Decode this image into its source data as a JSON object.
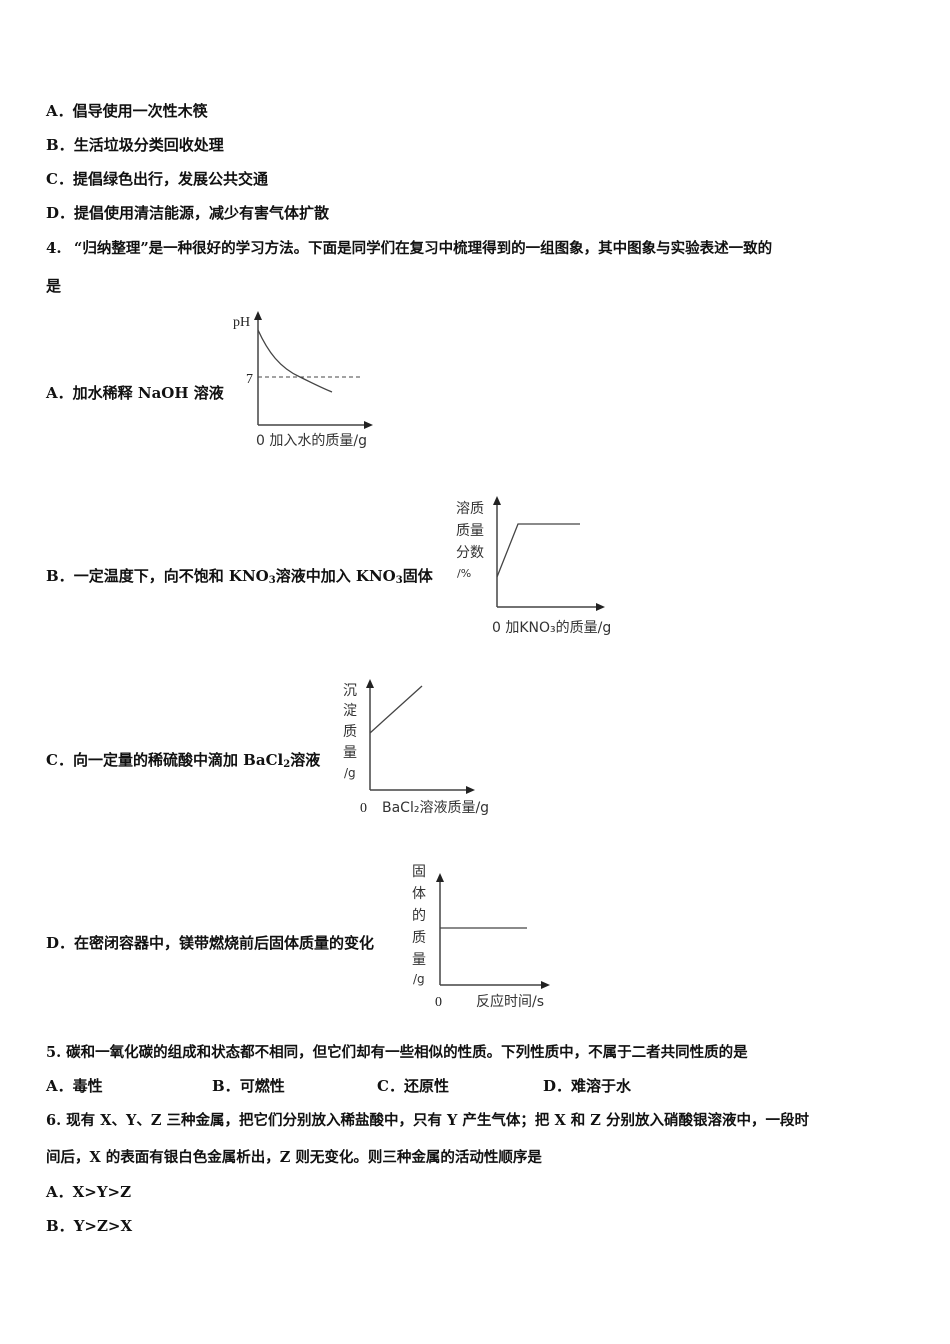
{
  "q3_options": [
    {
      "label": "A．",
      "text": "倡导使用一次性木筷"
    },
    {
      "label": "B．",
      "text": "生活垃圾分类回收处理"
    },
    {
      "label": "C．",
      "text": "提倡绿色出行，发展公共交通"
    },
    {
      "label": "D．",
      "text": "提倡使用清洁能源，减少有害气体扩散"
    }
  ],
  "q4": {
    "number": "4.",
    "stem_line1": "“归纳整理”是一种很好的学习方法。下面是同学们在复习中梳理得到的一组图象，其中图象与实验表述一致的",
    "stem_line2": "是",
    "options": [
      {
        "label": "A．",
        "text": "加水稀释 NaOH 溶液"
      },
      {
        "label": "B．",
        "text_parts": [
          "一定温度下，向不饱和 KNO",
          "3",
          "溶液中加入 KNO",
          "3",
          "固体"
        ]
      },
      {
        "label": "C．",
        "text_parts": [
          "向一定量的稀硫酸中滴加 BaCl",
          "2",
          "溶液"
        ]
      },
      {
        "label": "D．",
        "text": "在密闭容器中，镁带燃烧前后固体质量的变化"
      }
    ]
  },
  "chart_data": [
    {
      "type": "line",
      "title": "A. 加水稀释 NaOH 溶液",
      "xlabel": "0 加入水的质量/g",
      "ylabel": "pH",
      "annotations": [
        "7 (dashed reference line)"
      ],
      "series": [
        {
          "name": "pH",
          "x": [
            0,
            1,
            2,
            3,
            4,
            5,
            6
          ],
          "values": [
            11.5,
            9.6,
            8.4,
            7.6,
            7.0,
            6.5,
            6.1
          ]
        }
      ],
      "reference_line": {
        "y": 7,
        "style": "dashed"
      },
      "grid": false
    },
    {
      "type": "line",
      "title": "B. 一定温度下，向不饱和 KNO3 溶液中加入 KNO3 固体",
      "xlabel": "0 加KNO3的质量/g",
      "ylabel": "溶质质量分数/%",
      "series": [
        {
          "name": "溶质质量分数",
          "x": [
            0,
            2,
            8
          ],
          "values": [
            3,
            8,
            8
          ]
        }
      ],
      "grid": false
    },
    {
      "type": "line",
      "title": "C. 向一定量的稀硫酸中滴加 BaCl2 溶液",
      "xlabel": "0 BaCl2溶液质量/g",
      "ylabel": "沉淀质量/g",
      "series": [
        {
          "name": "沉淀质量",
          "x": [
            0,
            5
          ],
          "values": [
            5,
            10
          ]
        }
      ],
      "grid": false
    },
    {
      "type": "line",
      "title": "D. 在密闭容器中，镁带燃烧前后固体质量的变化",
      "xlabel": "0 反应时间/s",
      "ylabel": "固体的质量/g",
      "series": [
        {
          "name": "固体的质量",
          "x": [
            0,
            8
          ],
          "values": [
            5,
            5
          ]
        }
      ],
      "grid": false
    }
  ],
  "charts": {
    "a": {
      "y_label": "pH",
      "ref_label": "7",
      "x_label": "0 加入水的质量/g"
    },
    "b": {
      "y_label_lines": [
        "溶质",
        "质量",
        "分数",
        "/%"
      ],
      "x_label": "0 加KNO₃的质量/g"
    },
    "c": {
      "y_label_lines": [
        "沉",
        "淀",
        "质",
        "量",
        "/g"
      ],
      "x_origin": "0",
      "x_label": "BaCl₂溶液质量/g"
    },
    "d": {
      "y_label_lines": [
        "固",
        "体",
        "的",
        "质",
        "量",
        "/g"
      ],
      "x_origin": "0",
      "x_label": "反应时间/s"
    }
  },
  "q5": {
    "stem": "5. 碳和一氧化碳的组成和状态都不相同，但它们却有一些相似的性质。下列性质中，不属于二者共同性质的是",
    "options": [
      {
        "label": "A．",
        "text": "毒性"
      },
      {
        "label": "B．",
        "text": "可燃性"
      },
      {
        "label": "C．",
        "text": "还原性"
      },
      {
        "label": "D．",
        "text": "难溶于水"
      }
    ]
  },
  "q6": {
    "stem_line1": "6. 现有 X、Y、Z 三种金属，把它们分别放入稀盐酸中，只有 Y 产生气体；把 X 和 Z 分别放入硝酸银溶液中，一段时",
    "stem_line2": "间后，X 的表面有银白色金属析出，Z 则无变化。则三种金属的活动性顺序是",
    "options": [
      {
        "label": "A．",
        "text": "X>Y>Z"
      },
      {
        "label": "B．",
        "text": "Y>Z>X"
      }
    ]
  }
}
